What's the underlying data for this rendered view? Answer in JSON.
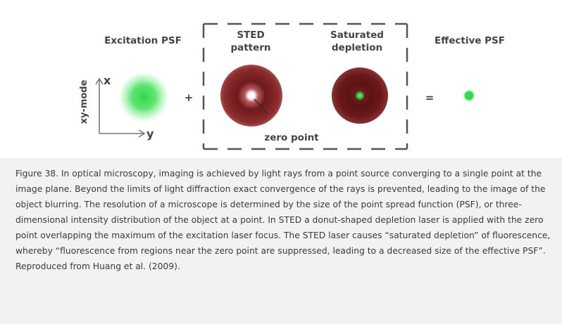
{
  "figure": {
    "labels": {
      "excitation": "Excitation PSF",
      "sted_line1": "STED",
      "sted_line2": "pattern",
      "saturated_line1": "Saturated",
      "saturated_line2": "depletion",
      "effective": "Effective PSF",
      "mode": "xy-mode",
      "axis_x": "x",
      "axis_y": "y",
      "plus": "+",
      "equals": "=",
      "zero_point": "zero point"
    },
    "colors": {
      "excitation_spot": "#2fd94a",
      "depletion_ring": "#7a1f22",
      "depletion_dark": "#5a1215",
      "center_green": "#22cc44",
      "dashed_box": "#555555"
    }
  },
  "caption": "Figure 38. In optical microscopy, imaging is achieved by light rays from a point source converging to a single point at the image plane. Beyond the limits of light diffraction exact convergence of the rays is prevented, leading to the image of the object blurring. The resolution of a microscope is determined by the size of the point spread function (PSF), or three-dimensional intensity distribution of the object at a point. In STED a donut-shaped depletion laser is applied with the zero point overlapping the maximum of the excitation laser focus. The STED laser causes “saturated depletion” of fluorescence, whereby “fluorescence from regions near the zero point are suppressed, leading to a decreased size of the effective PSF”. Reproduced from Huang et al. (2009)."
}
